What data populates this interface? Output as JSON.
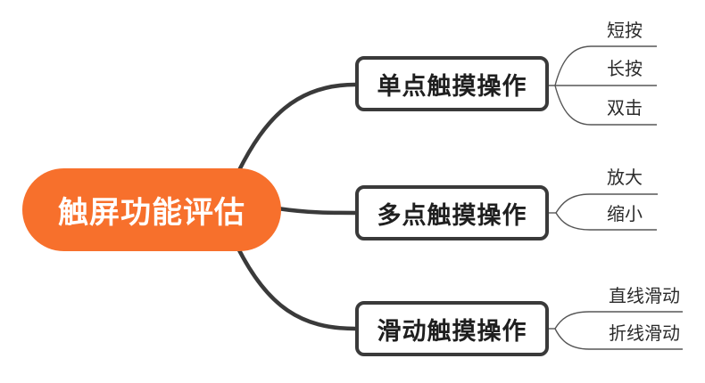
{
  "root": {
    "label": "触屏功能评估"
  },
  "branches": [
    {
      "label": "单点触摸操作",
      "children": [
        {
          "label": "短按"
        },
        {
          "label": "长按"
        },
        {
          "label": "双击"
        }
      ]
    },
    {
      "label": "多点触摸操作",
      "children": [
        {
          "label": "放大"
        },
        {
          "label": "缩小"
        }
      ]
    },
    {
      "label": "滑动触摸操作",
      "children": [
        {
          "label": "直线滑动"
        },
        {
          "label": "折线滑动"
        }
      ]
    }
  ],
  "colors": {
    "canvas_bg": "#FFFFFF",
    "root_bg": "#F7702C",
    "root_text": "#FFFFFF",
    "branch_border": "#3A3A3A",
    "branch_text": "#1F1F1F",
    "main_connector": "#3A3A3A",
    "leaf_line": "#565656",
    "leaf_text": "#2B2B2B"
  }
}
